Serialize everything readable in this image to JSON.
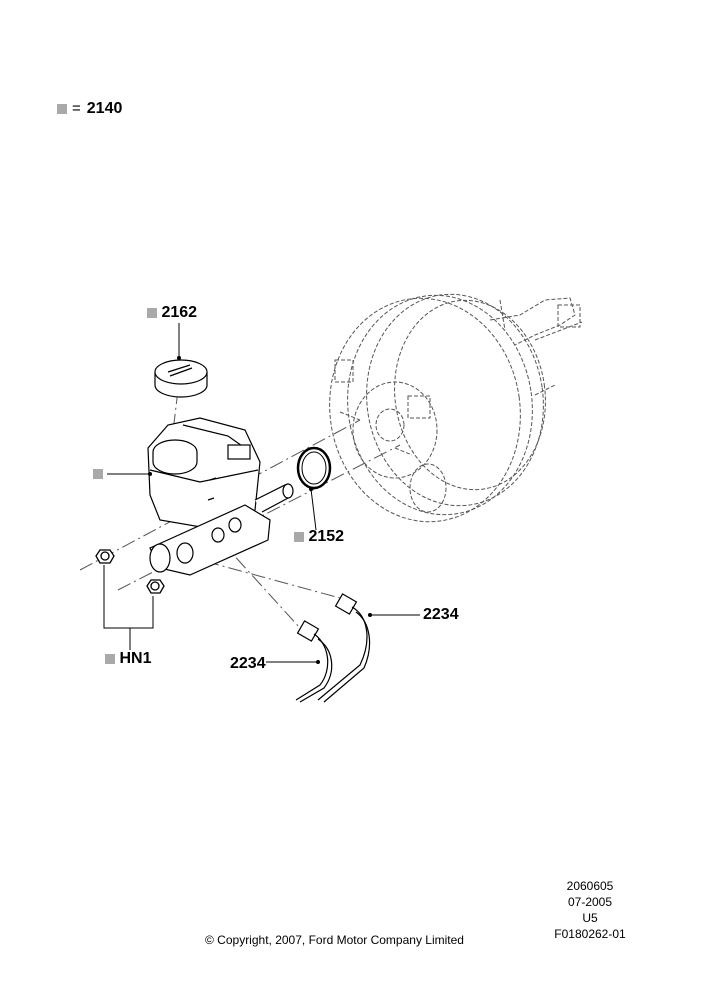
{
  "legend": {
    "equals": "=",
    "number": "2140",
    "marker_color": "#a9a9a9"
  },
  "callouts": {
    "cap": "2162",
    "reservoir": "",
    "seal": "2152",
    "pipe_upper": "2234",
    "pipe_lower": "2234",
    "nuts": "HN1"
  },
  "meta": {
    "line1": "2060605",
    "line2": "07-2005",
    "line3": "U5",
    "line4": "F0180262-01"
  },
  "copyright": "© Copyright, 2007, Ford Motor Company Limited"
}
